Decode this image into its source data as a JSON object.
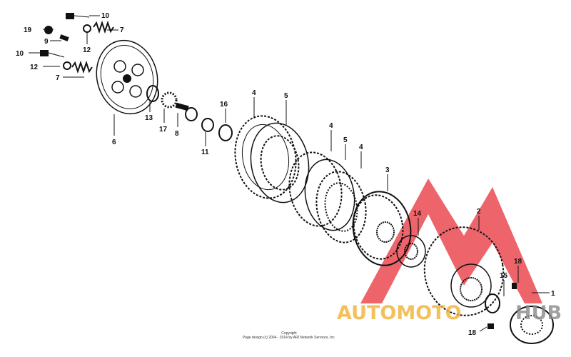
{
  "diagram": {
    "callouts": [
      "10",
      "19",
      "7",
      "9",
      "12",
      "10",
      "12",
      "7",
      "6",
      "13",
      "17",
      "8",
      "16",
      "11",
      "4",
      "5",
      "4",
      "5",
      "4",
      "3",
      "14",
      "2",
      "18",
      "15",
      "1",
      "18"
    ]
  },
  "copyright": {
    "line1": "Copyright",
    "line2": "Page design (c) 2004 - 2014 by ARI Network Services, Inc."
  },
  "watermark": {
    "text_left": "AUTOMOTO",
    "text_right": "HUB",
    "color_orange": "#f2b134",
    "color_gray": "#8a8a8a",
    "color_red": "#e8323a"
  }
}
